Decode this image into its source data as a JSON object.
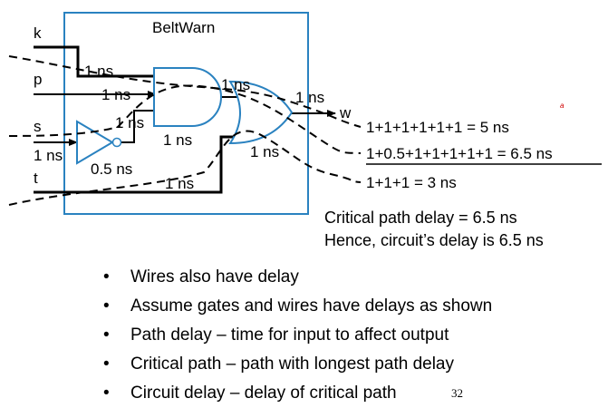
{
  "circuit": {
    "block_label": "BeltWarn",
    "inputs": [
      "k",
      "p",
      "s",
      "t"
    ],
    "output": "w",
    "delays": {
      "k_wire": "1 ns",
      "p_wire": "1 ns",
      "s_wire": "1 ns",
      "s_to_and": "1 ns",
      "t_wire": "1 ns",
      "inverter": "0.5 ns",
      "and_gate": "1 ns",
      "and_to_or": "1 ns",
      "or_gate": "1 ns",
      "out_wire": "1 ns"
    }
  },
  "paths": [
    "1+1+1+1+1+1 = 5 ns",
    "1+0.5+1+1+1+1+1 = 6.5 ns",
    "1+1+1 = 3 ns"
  ],
  "summary": [
    "Critical path delay = 6.5 ns",
    "Hence, circuit’s delay is 6.5 ns"
  ],
  "bullets": [
    "Wires also have delay",
    "Assume gates and wires have delays as shown",
    "Path delay – time for input to affect output",
    "Critical path – path with longest path delay",
    "Circuit delay – delay of critical path"
  ],
  "page_number": "32",
  "colors": {
    "block_border": "#2a82c0",
    "gate_stroke": "#2a82c0",
    "wire": "#000000"
  }
}
